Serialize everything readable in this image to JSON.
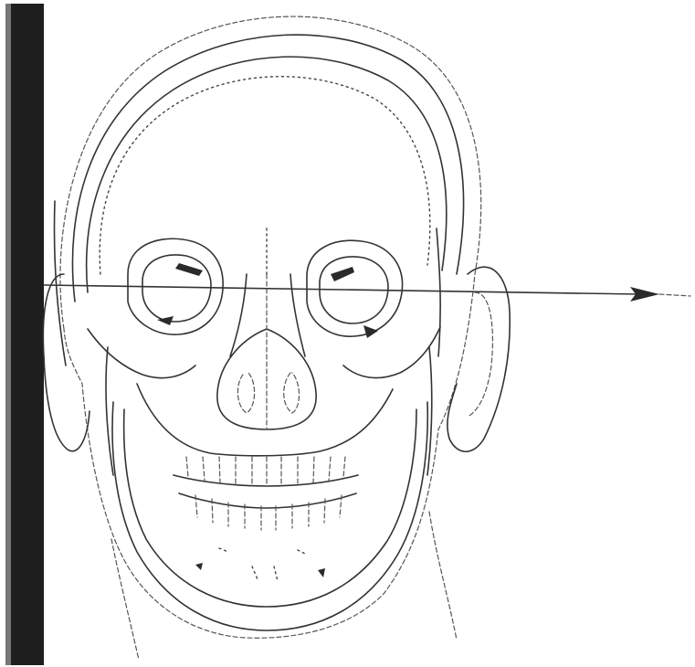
{
  "figure": {
    "subject": "frontal-skull-line-drawing",
    "colors": {
      "background": "#ffffff",
      "ink": "#333333",
      "wall": "#1e1e1e",
      "wall_edge": "#777777"
    },
    "icons": [
      "reference-wall",
      "skull",
      "ear",
      "horizontal-reference-line",
      "arrowhead-icon"
    ]
  }
}
